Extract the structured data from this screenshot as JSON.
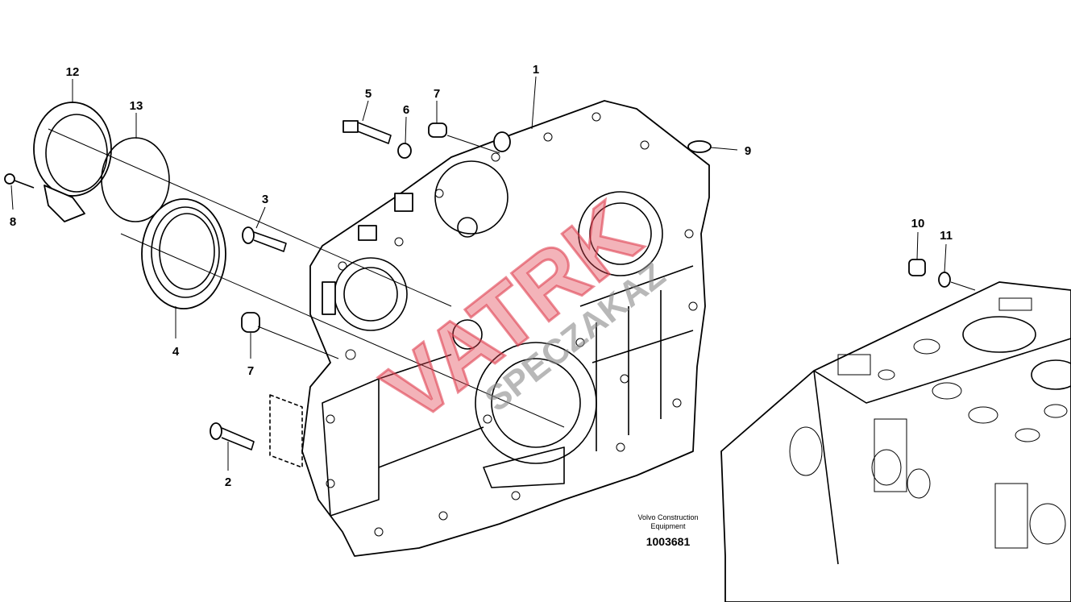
{
  "diagram": {
    "callouts": [
      "1",
      "2",
      "3",
      "4",
      "5",
      "6",
      "7",
      "7",
      "8",
      "9",
      "10",
      "11",
      "12",
      "13"
    ],
    "caption_line1": "Volvo Construction",
    "caption_line2": "Equipment",
    "drawing_number": "1003681",
    "watermark_main": "VATRK",
    "watermark_sub": "SPECZAKAZ"
  }
}
